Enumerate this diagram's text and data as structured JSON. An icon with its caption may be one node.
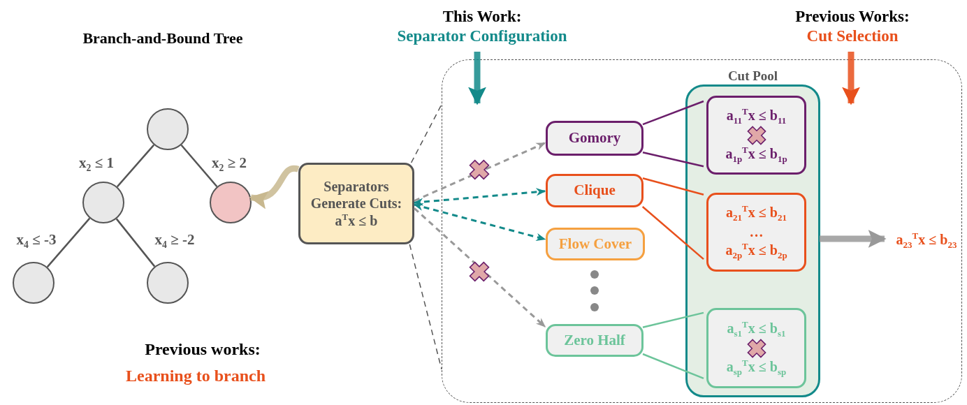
{
  "diagram": {
    "nodes": [
      {
        "text": [],
        "shape": "circle"
      },
      {
        "text": [],
        "shape": "circle"
      },
      {
        "text": [],
        "shape": "circle"
      },
      {
        "text": [],
        "shape": "circle"
      },
      {
        "text": [],
        "shape": "circle"
      },
      {
        "text": [
          "Separators Generate Cuts: a$^{T}$x ≤ b"
        ]
      },
      {
        "text": [
          "This Work:",
          "Separator Configuration"
        ]
      },
      {
        "text": [
          "Previous Works:",
          "Cut Selection"
        ]
      },
      {
        "text": [],
        "shape": "box"
      },
      {
        "text": [
          "Gomory"
        ],
        "in": 8
      },
      {
        "text": [
          "Clique"
        ],
        "in": 8
      },
      {
        "text": [
          "Flow Cover"
        ],
        "in": 8
      },
      {
        "text": [
          "Zero Half"
        ],
        "in": 8
      },
      {
        "text": [
          "Cut Pool"
        ],
        "in": 8
      },
      {
        "text": [
          "a$_{11}$$^{T}$x ≤ b$_{11}$",
          "a$_{1p}$$^{T}$x ≤ b$_{1p}$"
        ],
        "in": 13
      },
      {
        "text": [
          "a$_{21}$$^{T}$x ≤ b$_{21}$",
          "…",
          "a$_{2p}$$^{T}$x ≤ b$_{2p}$"
        ],
        "in": 13
      },
      {
        "text": [
          "a$_{s1}$$^{T}$x ≤ b$_{s1}$",
          "a$_{sp}$$^{T}$x ≤ b$_{sp}$"
        ],
        "in": 13
      },
      {
        "text": [
          "a$_{23}$$^{T}$x ≤ b$_{23}$"
        ],
        "in": 8
      }
    ],
    "edges": [
      {
        "from": 0,
        "to": 1,
        "arrow": "none",
        "label": "x$_{2}$ ≤ 1"
      },
      {
        "from": 0,
        "to": 2,
        "arrow": "none",
        "label": "x$_{2}$ ≥ 2"
      },
      {
        "from": 1,
        "to": 3,
        "arrow": "none",
        "label": "x$_{4}$ ≤ -3"
      },
      {
        "from": 1,
        "to": 4,
        "arrow": "none",
        "label": "x$_{4}$ ≥ -2"
      },
      {
        "from": 5,
        "to": 2,
        "arrow": "to",
        "style": "thick",
        "color": "#c8b88f"
      },
      {
        "from": 5,
        "to": 8,
        "arrow": "none",
        "style": "dashed"
      },
      {
        "from": 5,
        "to": 8,
        "arrow": "none",
        "style": "dashed"
      },
      {
        "from": 6,
        "to": 8,
        "arrow": "to",
        "style": "thick",
        "color": "#138a8a"
      },
      {
        "from": 7,
        "to": 8,
        "arrow": "to",
        "style": "thick",
        "color": "#e8501c"
      },
      {
        "from": 5,
        "to": 9,
        "arrow": "to",
        "style": "dashed",
        "color": "#999999"
      },
      {
        "from": 5,
        "to": 10,
        "arrow": "both",
        "style": "dashed",
        "color": "#138a8a"
      },
      {
        "from": 5,
        "to": 11,
        "arrow": "both",
        "style": "dashed",
        "color": "#138a8a"
      },
      {
        "from": 5,
        "to": 12,
        "arrow": "to",
        "style": "dashed",
        "color": "#999999"
      },
      {
        "from": 9,
        "to": 14,
        "arrow": "none",
        "color": "#6b1f6b"
      },
      {
        "from": 9,
        "to": 14,
        "arrow": "none",
        "color": "#6b1f6b"
      },
      {
        "from": 10,
        "to": 15,
        "arrow": "none",
        "color": "#e8501c"
      },
      {
        "from": 10,
        "to": 15,
        "arrow": "none",
        "color": "#e8501c"
      },
      {
        "from": 12,
        "to": 16,
        "arrow": "none",
        "color": "#6cc49a"
      },
      {
        "from": 12,
        "to": 16,
        "arrow": "none",
        "color": "#6cc49a"
      },
      {
        "from": 13,
        "to": 17,
        "arrow": "to",
        "style": "thick",
        "color": "#999999"
      }
    ],
    "labels": [
      "Branch-and-Bound Tree",
      "Previous works:",
      "Learning to branch"
    ]
  }
}
